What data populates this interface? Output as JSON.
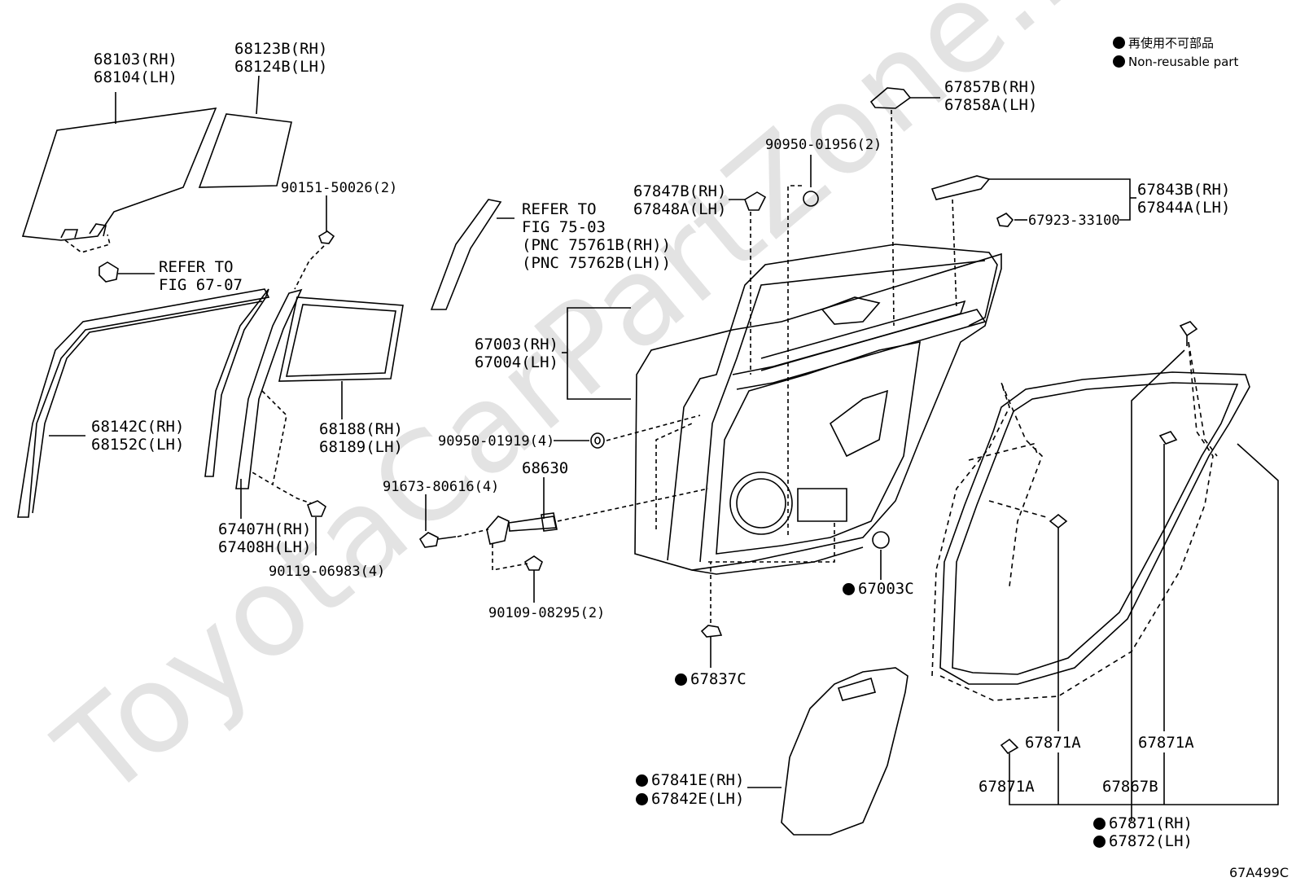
{
  "watermark": "ToyotaCarPartZone.ru",
  "legend": {
    "line1": "再使用不可部品",
    "line2": "Non-reusable part"
  },
  "figure_code": "67A499C",
  "labels": {
    "p68103": "68103(RH)",
    "p68104": "68104(LH)",
    "p68123": "68123B(RH)",
    "p68124": "68124B(LH)",
    "p90151": "90151-50026(2)",
    "refer1a": "REFER TO",
    "refer1b": "FIG 67-07",
    "refer2a": "REFER TO",
    "refer2b": "FIG 75-03",
    "refer2c": "(PNC 75761B(RH))",
    "refer2d": "(PNC 75762B(LH))",
    "p68142": "68142C(RH)",
    "p68152": "68152C(LH)",
    "p68188": "68188(RH)",
    "p68189": "68189(LH)",
    "p67407": "67407H(RH)",
    "p67408": "67408H(LH)",
    "p90119": "90119-06983(4)",
    "p67003": "67003(RH)",
    "p67004": "67004(LH)",
    "p90950a": "90950-01919(4)",
    "p91673": "91673-80616(4)",
    "p68630": "68630",
    "p90109": "90109-08295(2)",
    "p67857": "67857B(RH)",
    "p67858": "67858A(LH)",
    "p90950b": "90950-01956(2)",
    "p67847": "67847B(RH)",
    "p67848": "67848A(LH)",
    "p67843": "67843B(RH)",
    "p67844": "67844A(LH)",
    "p67923": "67923-33100",
    "p67003c": "67003C",
    "p67837c": "67837C",
    "p67841": "67841E(RH)",
    "p67842": "67842E(LH)",
    "p67871a1": "67871A",
    "p67871a2": "67871A",
    "p67871a3": "67871A",
    "p67867": "67867B",
    "p67871rh": "67871(RH)",
    "p67872lh": "67872(LH)"
  }
}
